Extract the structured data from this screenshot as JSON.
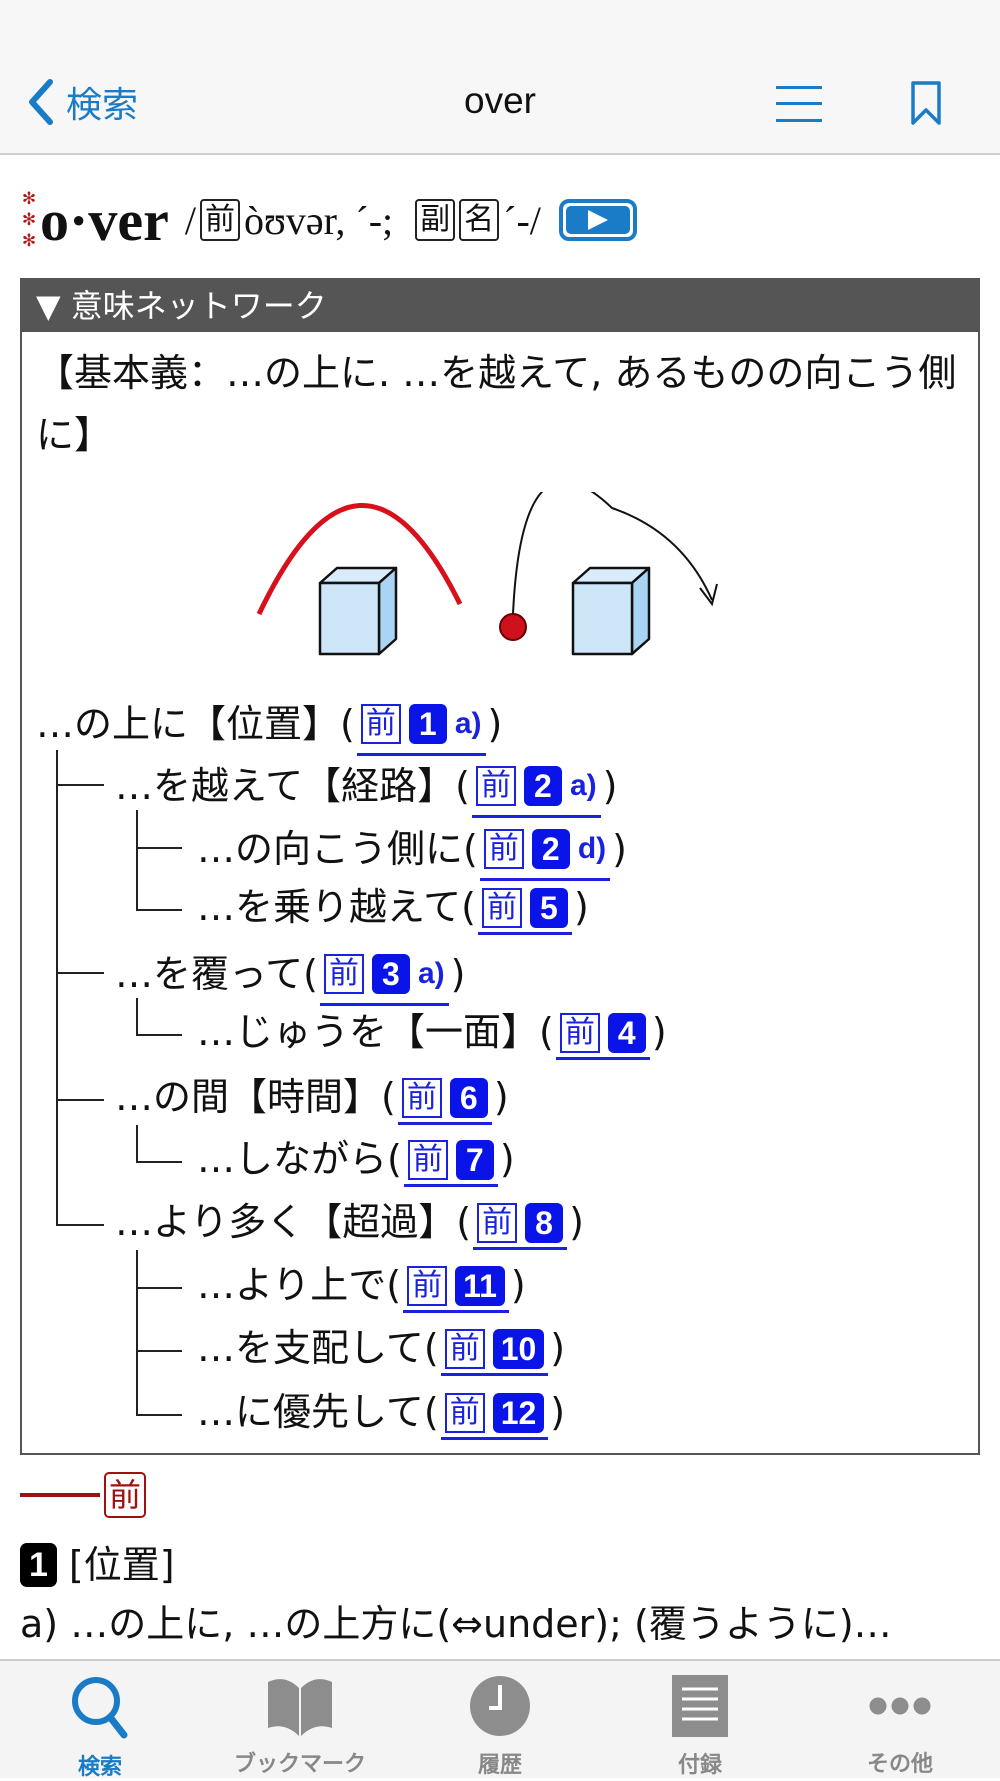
{
  "nav": {
    "back_label": "検索",
    "title": "over"
  },
  "entry": {
    "headword": "o·ver",
    "star_marks": "***",
    "pron_open": "/",
    "pos1": "前",
    "pron1": "òʊvər, ˊ-;",
    "pos2": "副",
    "pos3": "名",
    "pron2": "ˊ-/"
  },
  "network": {
    "header": "▼ 意味ネットワーク",
    "basic": "【基本義：…の上に. …を越えて, あるものの向こう側に】",
    "rows": [
      {
        "level": 0,
        "text": "…の上に【位置】(",
        "pos": "前",
        "num": "1",
        "sub": "a)",
        "close": ")"
      },
      {
        "level": 1,
        "text": "…を越えて【経路】(",
        "pos": "前",
        "num": "2",
        "sub": "a)",
        "close": ")"
      },
      {
        "level": 2,
        "text": "…の向こう側に(",
        "pos": "前",
        "num": "2",
        "sub": "d)",
        "close": ")"
      },
      {
        "level": 2,
        "text": "…を乗り越えて(",
        "pos": "前",
        "num": "5",
        "sub": "",
        "close": ")"
      },
      {
        "level": 1,
        "text": "…を覆って(",
        "pos": "前",
        "num": "3",
        "sub": "a)",
        "close": ")"
      },
      {
        "level": 2,
        "text": "…じゅうを【一面】(",
        "pos": "前",
        "num": "4",
        "sub": "",
        "close": ")"
      },
      {
        "level": 1,
        "text": "…の間【時間】(",
        "pos": "前",
        "num": "6",
        "sub": "",
        "close": ")"
      },
      {
        "level": 2,
        "text": "…しながら(",
        "pos": "前",
        "num": "7",
        "sub": "",
        "close": ")"
      },
      {
        "level": 1,
        "text": "…より多く【超過】(",
        "pos": "前",
        "num": "8",
        "sub": "",
        "close": ")"
      },
      {
        "level": 2,
        "text": "…より上で(",
        "pos": "前",
        "num": "11",
        "sub": "",
        "close": ")"
      },
      {
        "level": 2,
        "text": "…を支配して(",
        "pos": "前",
        "num": "10",
        "sub": "",
        "close": ")"
      },
      {
        "level": 2,
        "text": "…に優先して(",
        "pos": "前",
        "num": "12",
        "sub": "",
        "close": ")"
      }
    ]
  },
  "section": {
    "pos": "前",
    "sense_num": "1",
    "sense_label": "[位置]",
    "partial_line": "a) …の上に, …の上方に(⇔under); (覆うように)…"
  },
  "tabs": [
    {
      "label": "検索",
      "icon": "search-icon"
    },
    {
      "label": "ブックマーク",
      "icon": "book-icon"
    },
    {
      "label": "履歴",
      "icon": "clock-icon"
    },
    {
      "label": "付録",
      "icon": "document-icon"
    },
    {
      "label": "その他",
      "icon": "more-icon"
    }
  ],
  "colors": {
    "accent": "#1a7bc6",
    "link": "#1a22e0",
    "red": "#a01010"
  }
}
